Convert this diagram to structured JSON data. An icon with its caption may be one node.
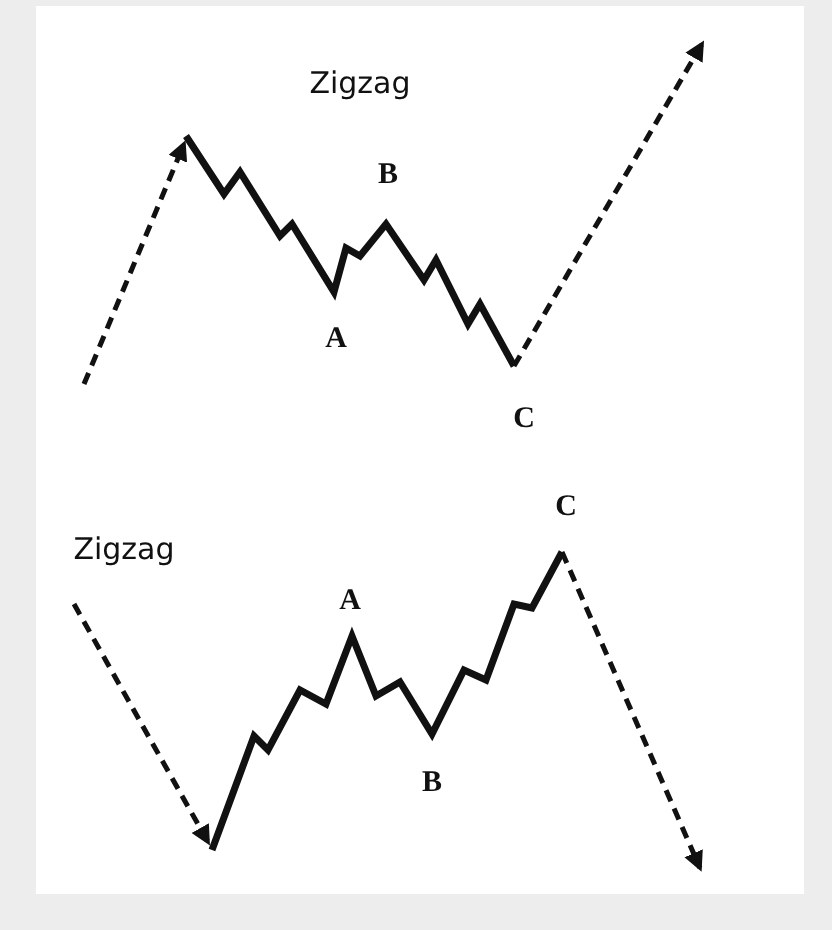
{
  "diagram": {
    "labels": [
      "Zigzag",
      "B",
      "A",
      "C",
      "Zigzag",
      "C",
      "A",
      "B"
    ]
  }
}
